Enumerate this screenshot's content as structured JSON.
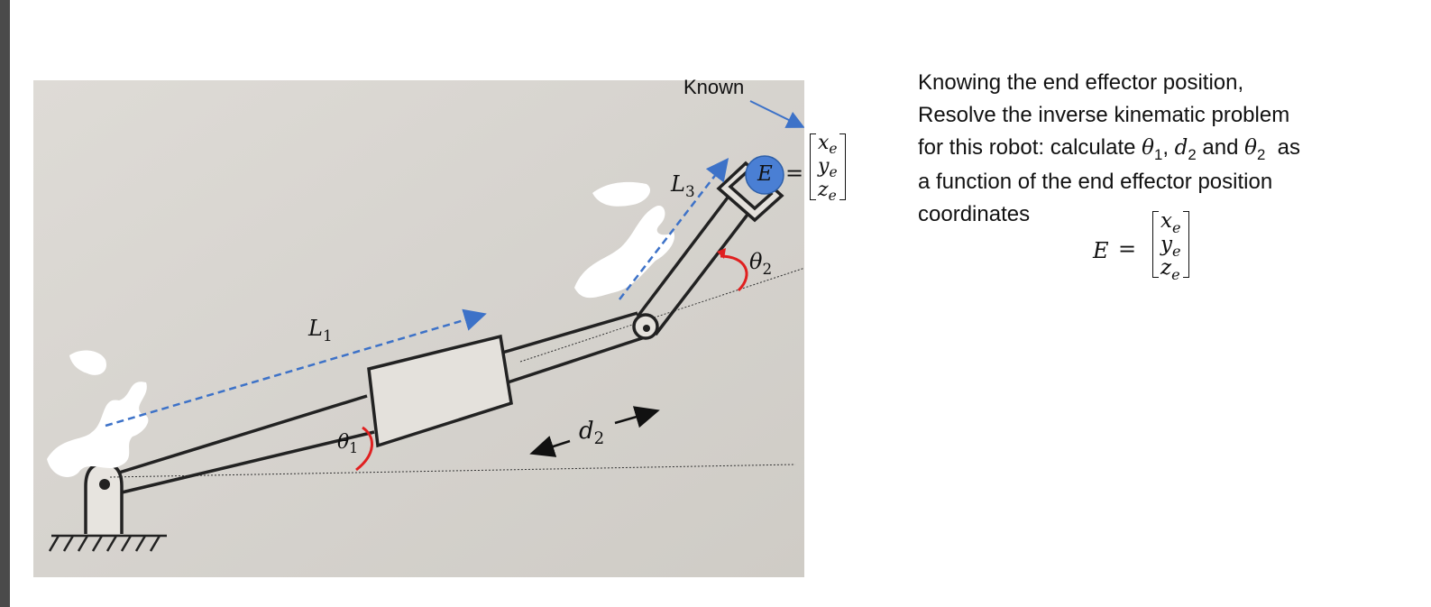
{
  "colors": {
    "photo_bg": "#d9d6d1",
    "dashed_arrow": "#3d72c8",
    "angle_arc": "#e02020",
    "end_effector": "#4a7fd4",
    "text": "#111111"
  },
  "diagram": {
    "known_label": "Known",
    "L1": "L",
    "L1_sub": "1",
    "L3": "L",
    "L3_sub": "3",
    "theta1": "θ",
    "theta1_sub": "1",
    "theta2": "θ",
    "theta2_sub": "2",
    "d2": "d",
    "d2_sub": "2",
    "E": "E",
    "equals": "=",
    "matrix": [
      {
        "sym": "x",
        "sub": "e"
      },
      {
        "sym": "y",
        "sub": "e"
      },
      {
        "sym": "z",
        "sub": "e"
      }
    ]
  },
  "problem": {
    "line1": "Knowing the end effector position,",
    "line2": "Resolve the inverse kinematic problem",
    "line3_a": " for this robot: calculate ",
    "line3_t1": "θ",
    "line3_t1_sub": "1",
    "line3_comma": ", ",
    "line3_d2": "d",
    "line3_d2_sub": "2",
    "line3_and": " and ",
    "line3_t2": "θ",
    "line3_t2_sub": "2",
    "line3_as": "  as",
    "line4": " a function of the end effector position",
    "line5": " coordinates",
    "E": "E",
    "equals": "=",
    "matrix": [
      {
        "sym": "x",
        "sub": "e"
      },
      {
        "sym": "y",
        "sub": "e"
      },
      {
        "sym": "z",
        "sub": "e"
      }
    ]
  }
}
